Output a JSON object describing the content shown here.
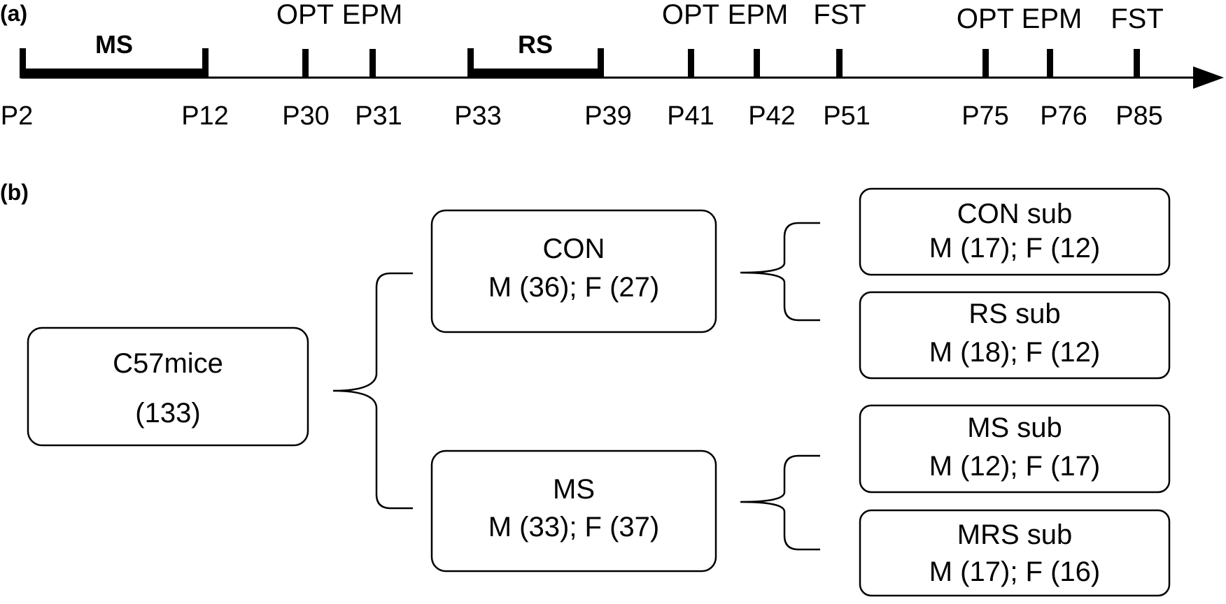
{
  "panel_a": {
    "label": "(a)",
    "periods": [
      {
        "label": "MS",
        "start": "P2",
        "end": "P12"
      },
      {
        "label": "RS",
        "start": "P33",
        "end": "P39"
      }
    ],
    "tests": [
      {
        "label": "OPT",
        "day": "P30"
      },
      {
        "label": "EPM",
        "day": "P31"
      },
      {
        "label": "OPT",
        "day": "P41"
      },
      {
        "label": "EPM",
        "day": "P42"
      },
      {
        "label": "FST",
        "day": "P51"
      },
      {
        "label": "OPT",
        "day": "P75"
      },
      {
        "label": "EPM",
        "day": "P76"
      },
      {
        "label": "FST",
        "day": "P85"
      }
    ],
    "days": [
      "P2",
      "P12",
      "P30",
      "P31",
      "P33",
      "P39",
      "P41",
      "P42",
      "P51",
      "P75",
      "P76",
      "P85"
    ]
  },
  "panel_b": {
    "label": "(b)",
    "root": {
      "line1": "C57mice",
      "line2": "(133)"
    },
    "groups": [
      {
        "line1": "CON",
        "line2": "M (36); F (27)",
        "subgroups": [
          {
            "line1": "CON sub",
            "line2": "M (17); F (12)"
          },
          {
            "line1": "RS sub",
            "line2": "M (18); F (12)"
          }
        ]
      },
      {
        "line1": "MS",
        "line2": "M (33); F (37)",
        "subgroups": [
          {
            "line1": "MS sub",
            "line2": "M (12); F (17)"
          },
          {
            "line1": "MRS sub",
            "line2": "M (17); F (16)"
          }
        ]
      }
    ]
  }
}
